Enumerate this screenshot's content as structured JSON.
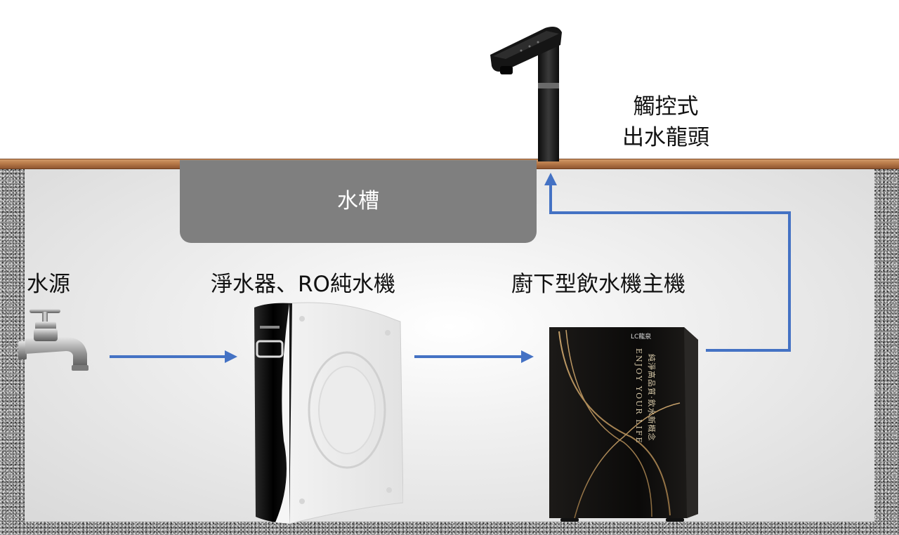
{
  "labels": {
    "sink": "水槽",
    "water_source": "水源",
    "purifier": "淨水器、RO純水機",
    "dispenser": "廚下型飲水機主機",
    "faucet_line1": "觸控式",
    "faucet_line2": "出水龍頭"
  },
  "dispenser_branding": {
    "logo": "LC龍泉",
    "slogan_en": "ENJOY YOUR LIFE",
    "slogan_zh": "純淨高品質‧飲水新概念"
  },
  "colors": {
    "flow_arrow": "#4472c4",
    "sink": "#7f7f7f",
    "counter": "#b87a49"
  }
}
